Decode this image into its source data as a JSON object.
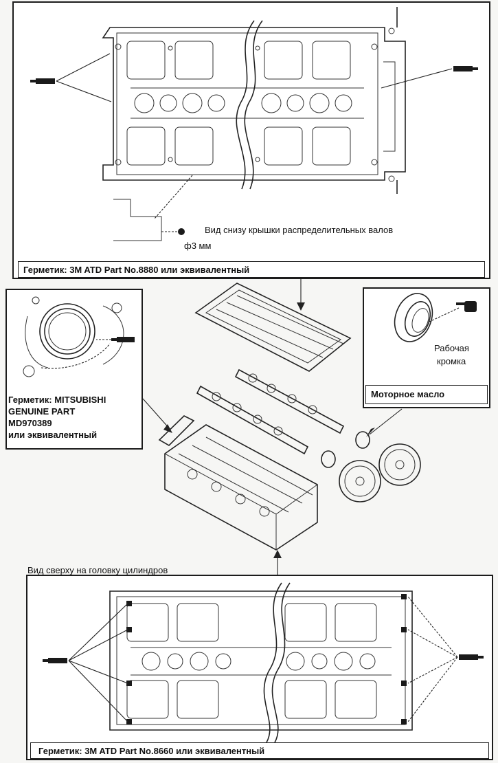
{
  "top_panel": {
    "callout_bottom_view": "Вид снизу крышки распределительных валов",
    "bead_dimension": "ф3 мм",
    "sealant_caption": "Герметик: 3M ATD Part No.8880 или эквивалентный"
  },
  "left_panel": {
    "sealant_line1": "Герметик: MITSUBISHI",
    "sealant_line2": "GENUINE PART",
    "sealant_line3": "MD970389",
    "sealant_line4": "или эквивалентный"
  },
  "right_panel": {
    "lip_line1": "Рабочая",
    "lip_line2": "кромка",
    "oil_caption": "Моторное масло"
  },
  "middle": {
    "top_view_caption": "Вид сверху на головку цилиндров"
  },
  "bottom_panel": {
    "sealant_caption": "Герметик: 3M ATD Part No.8660 или эквивалентный"
  }
}
